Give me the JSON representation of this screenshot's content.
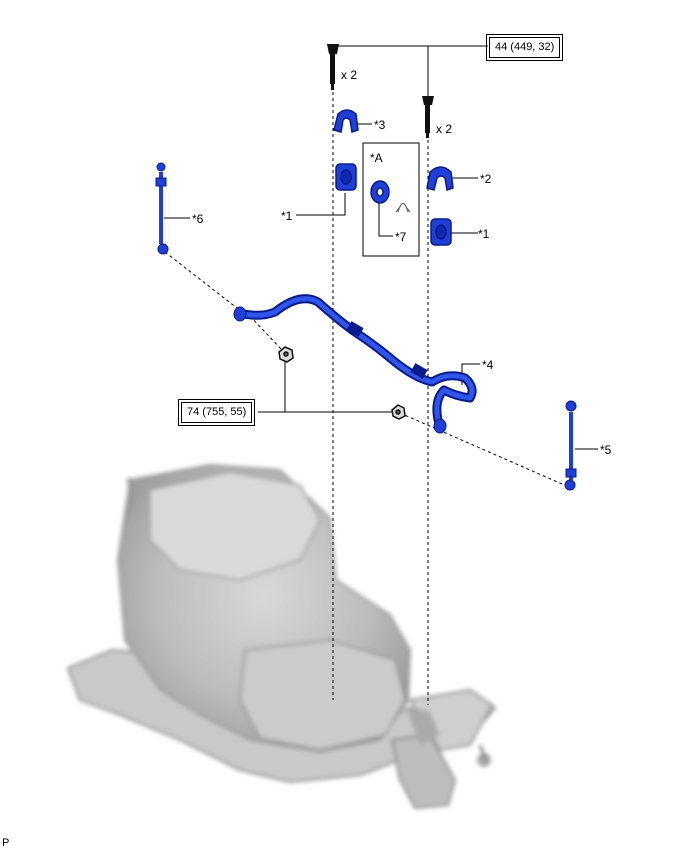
{
  "torque_specs": {
    "upper": "44 (449, 32)",
    "lower": "74 (755, 55)"
  },
  "quantities": {
    "bolt_left": "x 2",
    "bolt_right": "x 2"
  },
  "callouts": {
    "c1_left": "*1",
    "c1_right": "*1",
    "c2": "*2",
    "c3": "*3",
    "c4": "*4",
    "c5": "*5",
    "c6": "*6",
    "c7": "*7",
    "cA": "*A"
  },
  "footer_code": "P",
  "colors": {
    "part_blue": "#1f3fd6",
    "part_dark": "#0a1a8a",
    "engine_gray": "#b9b9b9",
    "line": "#000000"
  }
}
